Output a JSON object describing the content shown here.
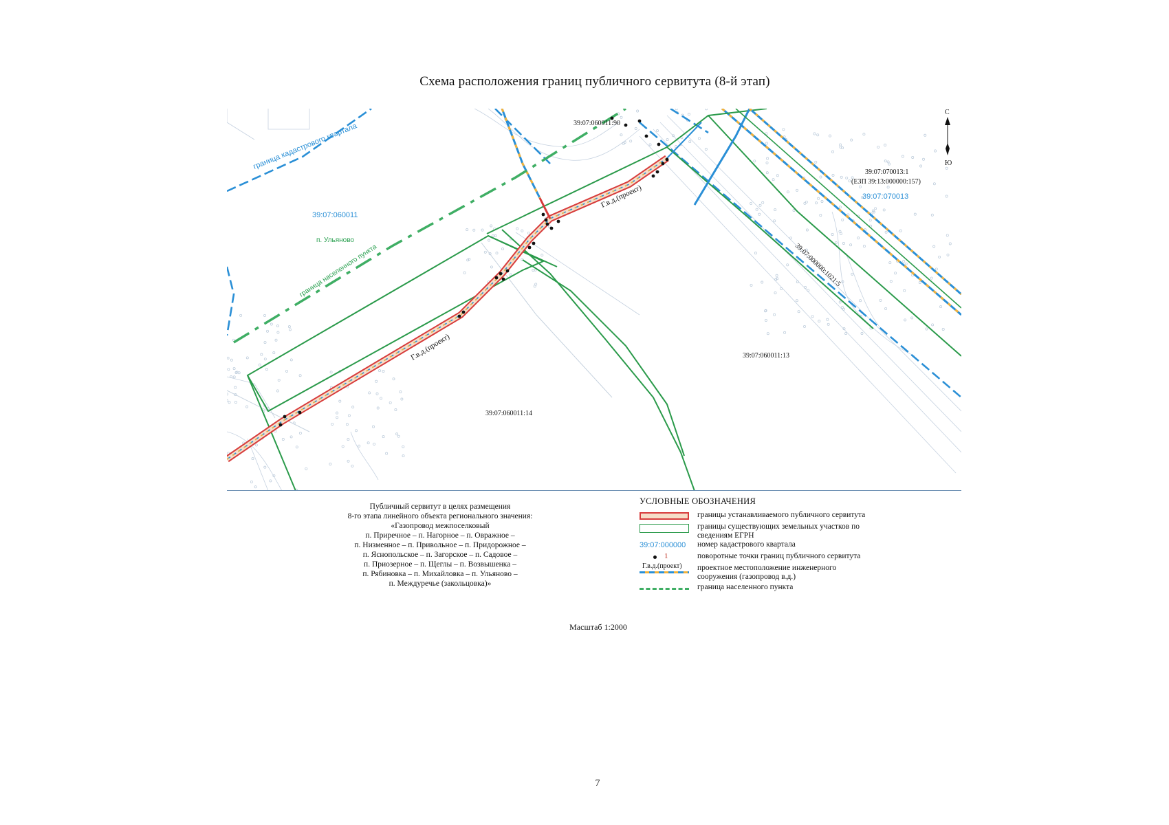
{
  "title": "Схема расположения границ публичного сервитута (8-й этап)",
  "map": {
    "north_letter": "С",
    "south_letter": "Ю",
    "labels": {
      "quarter_060011": "39:07:060011",
      "settlement": "п. Ульяново",
      "quarter_070013": "39:07:070013",
      "parcel_060011_90": "39:07:060011:90",
      "parcel_070013_1": "39:07:070013:1",
      "ezp": "(ЕЗП 39:13:000000:157)",
      "parcel_060011_13": "39:07:060011:13",
      "parcel_060011_14": "39:07:060011:14",
      "parcel_000000_1021": "39:07:000000:1021:5",
      "quarter_boundary": "граница кадастрового квартала",
      "settlement_boundary": "граница населенного пункта",
      "gas_pipe_1": "Г.в.д.(проект)",
      "gas_pipe_2": "Г.в.д.(проект)"
    },
    "colors": {
      "servitude": "#d73b3b",
      "servitude_fill": "#f6ddc8",
      "parcel_border": "#2a9a4a",
      "quarter_boundary": "#2a8fd6",
      "settlement_boundary": "#3fae64",
      "pipe_orange": "#f2b13a"
    }
  },
  "description": {
    "lines": [
      "Публичный сервитут в целях размещения",
      "8-го этапа линейного объекта регионального значения:",
      "«Газопровод межпоселковый",
      "п. Приречное – п. Нагорное – п. Овражное –",
      "п. Низменное – п. Привольное – п. Придорожное –",
      "п. Яснопольское – п. Загорское – п. Садовое –",
      "п. Приозерное – п. Щеглы – п. Возвышенка –",
      "п. Рябиновка – п. Михайловка – п. Ульяново –",
      "п. Междуречье (закольцовка)»"
    ]
  },
  "legend": {
    "title": "УСЛОВНЫЕ ОБОЗНАЧЕНИЯ",
    "items": [
      {
        "text": "границы устанавливаемого публичного сервитута"
      },
      {
        "text": "границы существующих земельных участков по сведениям ЕГРН"
      },
      {
        "text": "номер кадастрового квартала",
        "swatch_text": "39:07:000000"
      },
      {
        "text": "поворотные точки границ публичного сервитута",
        "swatch_text": "1"
      },
      {
        "text": "проектное местоположение инженерного сооружения (газопровод в.д.)",
        "swatch_text": "Г.в.д.(проект)"
      },
      {
        "text": "граница населенного пункта"
      }
    ]
  },
  "scale": "Масштаб 1:2000",
  "page_number": "7"
}
